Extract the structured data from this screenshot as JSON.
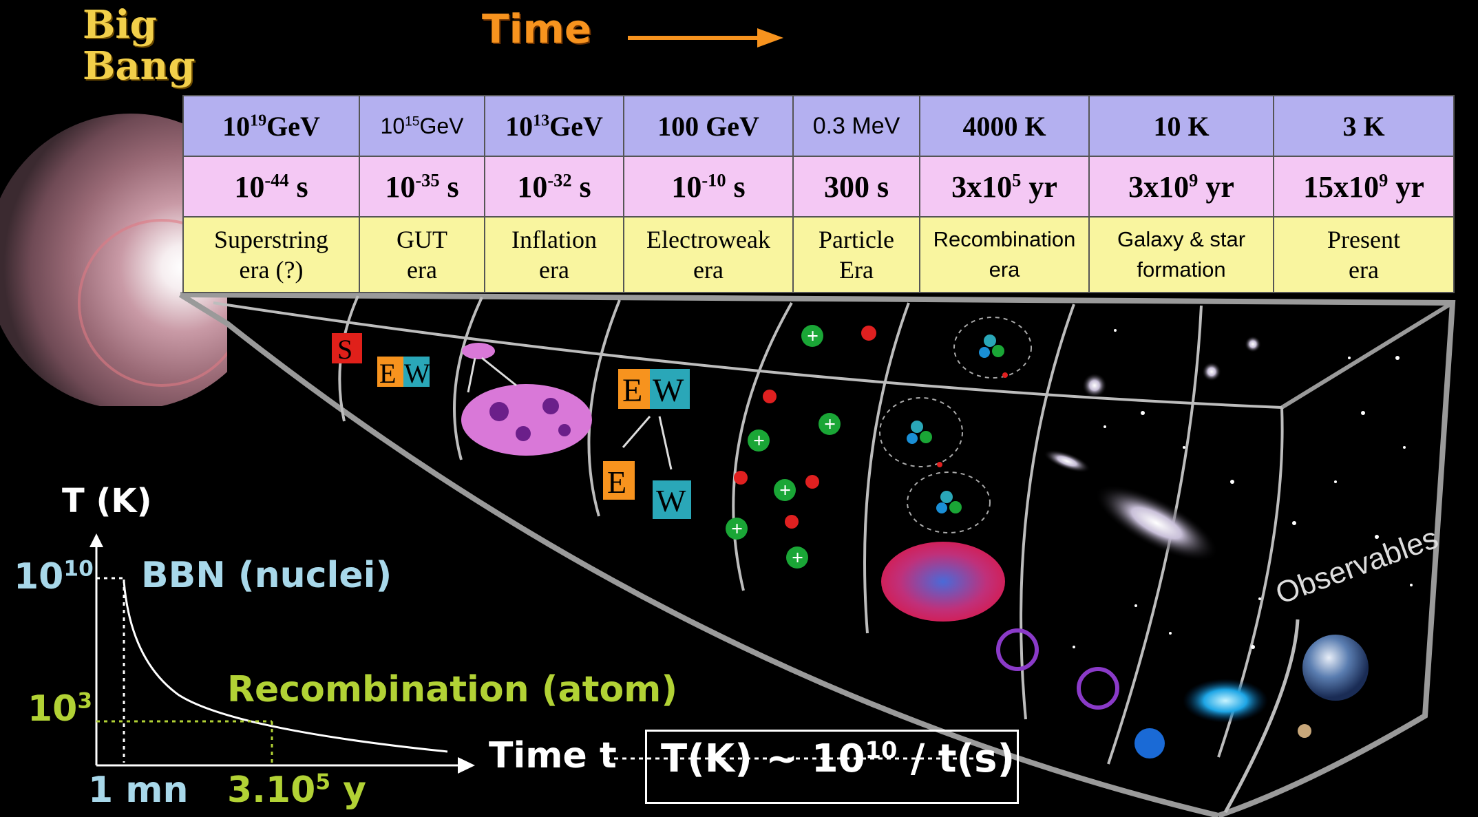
{
  "big_bang": {
    "line1": "Big",
    "line2": "Bang"
  },
  "time_label": "Time",
  "table": {
    "energies": [
      {
        "base": "10",
        "exp": "19",
        "unit": "GeV"
      },
      {
        "base": "10",
        "exp": "15",
        "unit": "GeV"
      },
      {
        "base": "10",
        "exp": "13",
        "unit": "GeV"
      },
      {
        "base": "100 GeV",
        "exp": "",
        "unit": ""
      },
      {
        "base": "0.3 MeV",
        "exp": "",
        "unit": ""
      },
      {
        "base": "4000 K",
        "exp": "",
        "unit": ""
      },
      {
        "base": "10 K",
        "exp": "",
        "unit": ""
      },
      {
        "base": "3 K",
        "exp": "",
        "unit": ""
      }
    ],
    "times": [
      {
        "base": "10",
        "exp": "-44",
        "unit": " s"
      },
      {
        "base": "10",
        "exp": "-35",
        "unit": " s"
      },
      {
        "base": "10",
        "exp": "-32",
        "unit": " s"
      },
      {
        "base": "10",
        "exp": "-10",
        "unit": " s"
      },
      {
        "base": "300 s",
        "exp": "",
        "unit": ""
      },
      {
        "base": "3x10",
        "exp": "5",
        "unit": " yr"
      },
      {
        "base": "3x10",
        "exp": "9",
        "unit": " yr"
      },
      {
        "base": "15x10",
        "exp": "9",
        "unit": " yr"
      }
    ],
    "eras": [
      {
        "line1": "Superstring",
        "line2": "era (?)"
      },
      {
        "line1": "GUT",
        "line2": "era"
      },
      {
        "line1": "Inflation",
        "line2": "era"
      },
      {
        "line1": "Electroweak",
        "line2": "era"
      },
      {
        "line1": "Particle",
        "line2": "Era"
      },
      {
        "line1": "Recombination",
        "line2": "era"
      },
      {
        "line1": "Galaxy & star",
        "line2": "formation"
      },
      {
        "line1": "Present",
        "line2": "era"
      }
    ]
  },
  "funnel": {
    "observables": "Observables",
    "letters": {
      "s": "S",
      "e": "E",
      "w": "W",
      "e2": "E",
      "w2": "W",
      "e3": "E",
      "w3": "W"
    }
  },
  "graph": {
    "y_label": "T (K)",
    "y_tick_top": {
      "base": "10",
      "exp": "10"
    },
    "y_tick_mid": {
      "base": "10",
      "exp": "3"
    },
    "bbn_label": "BBN (nuclei)",
    "recomb_label": "Recombination (atom)",
    "x_label": "Time t",
    "x_tick_1": "1 mn",
    "x_tick_2": {
      "base": "3.10",
      "exp": "5",
      "unit": " y"
    },
    "formula": {
      "pre": "T(K) ~ 10",
      "exp": "10",
      "post": " / t(s)"
    }
  },
  "colors": {
    "energy_row": "#b4b0f0",
    "time_row": "#f4c8f4",
    "era_row": "#f9f59f",
    "big_bang_text": "#f2cf4a",
    "time_text": "#f7931e",
    "bbn_text": "#a8d8ea",
    "recomb_text": "#b2d235"
  }
}
